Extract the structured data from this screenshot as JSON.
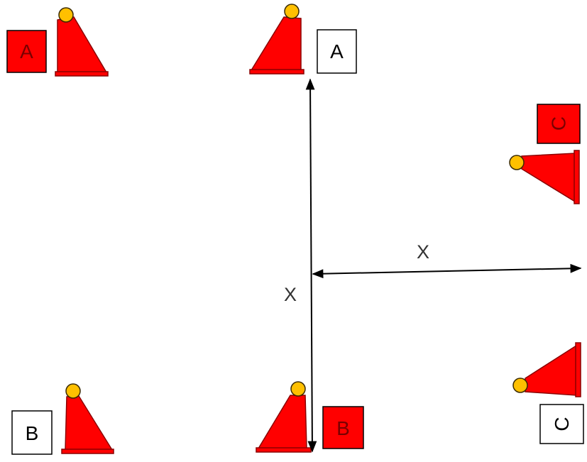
{
  "colors": {
    "cone": "#ff0000",
    "cone_outline": "#8b0000",
    "ball": "#ffc000",
    "ball_outline": "#3a2a00",
    "arrow": "#000000",
    "box_red": "#ff0000",
    "box_white": "#ffffff",
    "box_outline": "#000000",
    "text_on_red": "#7a0000",
    "text_on_white": "#000000",
    "dimension_text": "#333333"
  },
  "icons": {
    "cone": "traffic-cone-icon",
    "ball": "ball-icon"
  },
  "labels": {
    "top_left": "A",
    "top_middle": "A",
    "right_upper": "C",
    "right_lower": "C",
    "bottom_left": "B",
    "bottom_middle": "B"
  },
  "dimensions": {
    "vertical": "X",
    "horizontal": "X"
  }
}
